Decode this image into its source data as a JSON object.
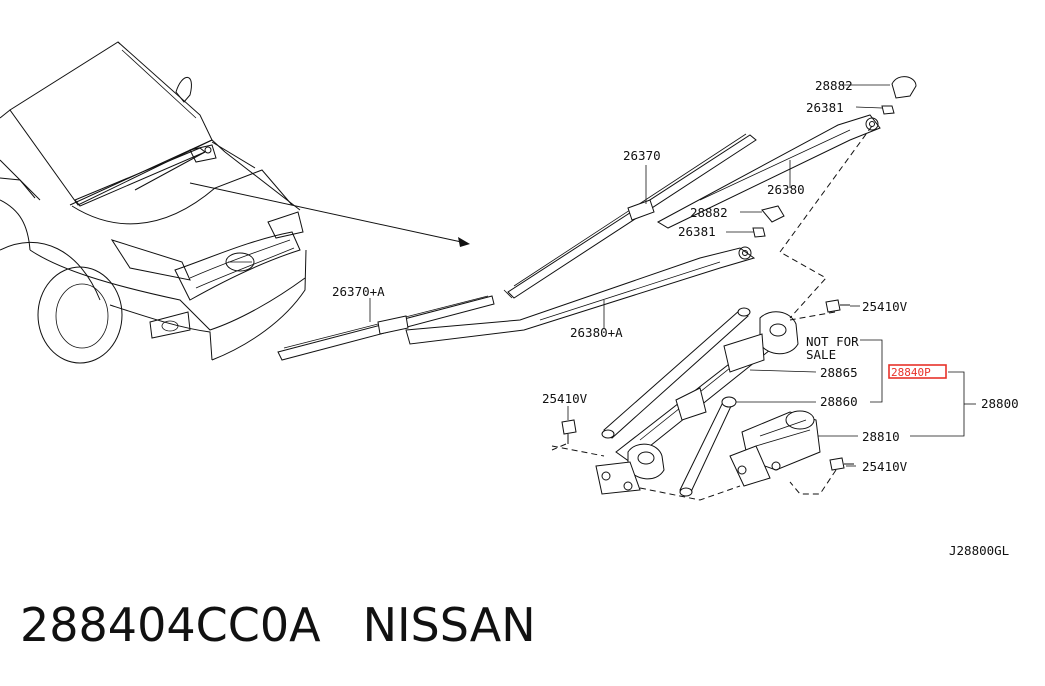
{
  "labels": {
    "p28882_top": "28882",
    "p26381_top": "26381",
    "p26370": "26370",
    "p26380": "26380",
    "p28882_mid": "28882",
    "p26381_mid": "26381",
    "p26370A": "26370+A",
    "p26380A": "26380+A",
    "p25410V_right": "25410V",
    "not_for": "NOT FOR",
    "sale": "SALE",
    "p28865": "28865",
    "p28840P": "28840P",
    "p28860": "28860",
    "p28800": "28800",
    "p25410V_left": "25410V",
    "p28810": "28810",
    "p25410V_bottom": "25410V",
    "diagram_code": "J28800GL"
  },
  "footer": {
    "part_number": "288404CC0A",
    "brand": "NISSAN"
  },
  "highlight_color": "#e8322a"
}
